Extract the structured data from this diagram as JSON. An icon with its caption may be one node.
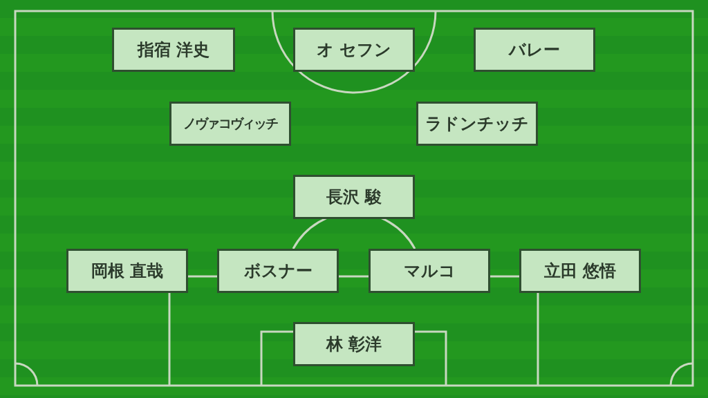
{
  "diagram": {
    "nodes": [
      {
        "text": [
          "指宿 洋史"
        ]
      },
      {
        "text": [
          "オ セフン"
        ]
      },
      {
        "text": [
          "バレー"
        ]
      },
      {
        "text": [
          "ノヴァコヴィッチ"
        ]
      },
      {
        "text": [
          "ラドンチッチ"
        ]
      },
      {
        "text": [
          "長沢 駿"
        ]
      },
      {
        "text": [
          "岡根 直哉"
        ]
      },
      {
        "text": [
          "ボスナー"
        ]
      },
      {
        "text": [
          "マルコ"
        ]
      },
      {
        "text": [
          "立田 悠悟"
        ]
      },
      {
        "text": [
          "林 彰洋"
        ]
      }
    ]
  }
}
